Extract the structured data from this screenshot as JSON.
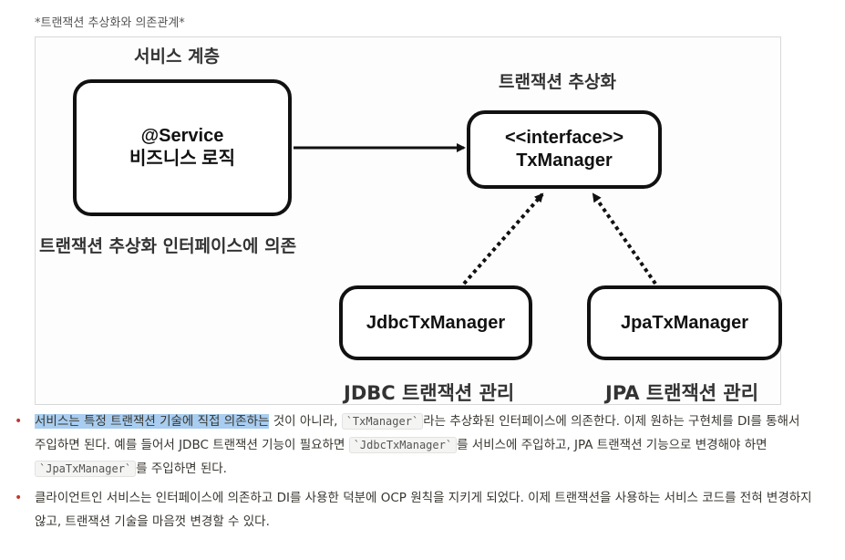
{
  "caption": "*트랜잭션 추상화와 의존관계*",
  "diagram": {
    "service_layer_label": "서비스 계층",
    "abstraction_label": "트랜잭션 추상화",
    "dependency_label": "트랜잭션 추상화 인터페이스에 의존",
    "service_box": {
      "line1": "@Service",
      "line2": "비즈니스 로직"
    },
    "interface_box": {
      "line1": "<<interface>>",
      "line2": "TxManager"
    },
    "jdbc_box": "JdbcTxManager",
    "jpa_box": "JpaTxManager",
    "jdbc_label": "JDBC 트랜잭션 관리",
    "jpa_label": "JPA 트랜잭션 관리"
  },
  "bullets": [
    {
      "highlight": "서비스는 특정 트랜잭션 기술에 직접 의존하는",
      "t1": " 것이 아니라, ",
      "code1": "`TxManager`",
      "t2": "라는 추상화된 인터페이스에 의존한다. 이제 원하는 구현체를 DI를 통해서 주입하면 된다. 예를 들어서 JDBC 트랜잭션 기능이 필요하면 ",
      "code2": "`JdbcTxManager`",
      "t3": "를 서비스에 주입하고, JPA 트랜잭션 기능으로 변경해야 하면 ",
      "code3": "`JpaTxManager`",
      "t4": "를 주입하면 된다."
    },
    {
      "text": "클라이언트인 서비스는 인터페이스에 의존하고 DI를 사용한 덕분에 OCP 원칙을 지키게 되었다. 이제 트랜잭션을 사용하는 서비스 코드를 전혀 변경하지 않고, 트랜잭션 기술을 마음껏 변경할 수 있다."
    }
  ]
}
